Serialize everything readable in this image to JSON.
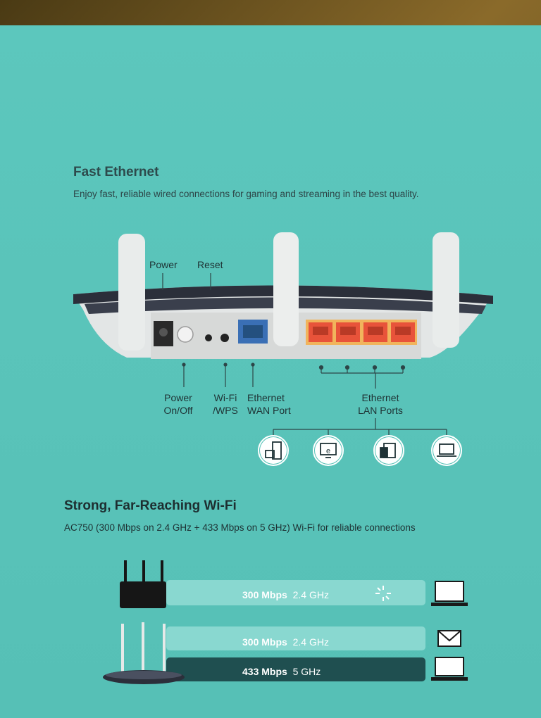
{
  "section1": {
    "title": "Fast Ethernet",
    "subtitle": "Enjoy fast, reliable wired connections for gaming and streaming in the best quality.",
    "labels": {
      "power": "Power",
      "reset": "Reset",
      "power_onoff_1": "Power",
      "power_onoff_2": "On/Off",
      "wifi_wps_1": "Wi-Fi",
      "wifi_wps_2": "/WPS",
      "wan_1": "Ethernet",
      "wan_2": "WAN Port",
      "lan_1": "Ethernet",
      "lan_2": "LAN Ports"
    },
    "device_icons": [
      "gaming-console-icon",
      "tv-icon",
      "desktop-icon",
      "laptop-icon"
    ]
  },
  "section2": {
    "title": "Strong, Far-Reaching Wi-Fi",
    "subtitle": "AC750 (300 Mbps on 2.4 GHz + 433 Mbps on 5 GHz) Wi-Fi for reliable connections",
    "bars": [
      {
        "speed": "300 Mbps",
        "band": "2.4 GHz",
        "icon": "laptop-icon"
      },
      {
        "speed": "300 Mbps",
        "band": "2.4 GHz",
        "icon": "envelope-icon"
      },
      {
        "speed": "433 Mbps",
        "band": "5 GHz",
        "icon": "laptop-icon"
      }
    ]
  },
  "colors": {
    "box_teal": "#5ac4ba",
    "lan_port": "#e8533a",
    "wan_port": "#3a6fb5",
    "router_dark": "#2b2f3a"
  }
}
